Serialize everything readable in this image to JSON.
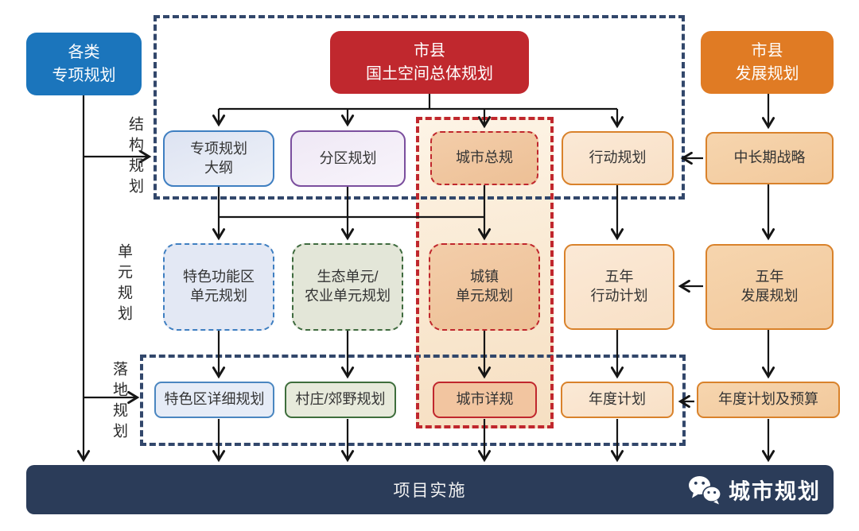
{
  "colors": {
    "source_blue": "#1b75bc",
    "master_red": "#c0282e",
    "dev_orange": "#e07b24",
    "frame_navy_dash": "#32476b",
    "highlight_red_dash": "#c0272d",
    "footer_bar": "#2b3c59",
    "connector_line": "#151515",
    "green_accent": "#3e6e3c",
    "purple_accent": "#7b4f9e",
    "orange_accent": "#d9822b"
  },
  "sources": {
    "special_plans": "各类\n专项规划",
    "master_plan": "市县\n国土空间总体规划",
    "dev_plan": "市县\n发展规划"
  },
  "row_labels": {
    "structure": "结构规划",
    "unit": "单元规划",
    "landing": "落地规划"
  },
  "structure_row": {
    "special_outline": "专项规划\n大纲",
    "district": "分区规划",
    "city_master": "城市总规",
    "action": "行动规划",
    "midterm": "中长期战略"
  },
  "unit_row": {
    "special_func": "特色功能区\n单元规划",
    "eco_agri": "生态单元/\n农业单元规划",
    "town": "城镇\n单元规划",
    "five_year_action": "五年\n行动计划",
    "five_year_dev": "五年\n发展规划"
  },
  "landing_row": {
    "special_detail": "特色区详细规划",
    "village": "村庄/郊野规划",
    "city_detail": "城市详规",
    "annual": "年度计划",
    "annual_budget": "年度计划及预算"
  },
  "footer": {
    "implementation": "项目实施",
    "brand": "城市规划",
    "brand_icon": "wechat-logo"
  }
}
